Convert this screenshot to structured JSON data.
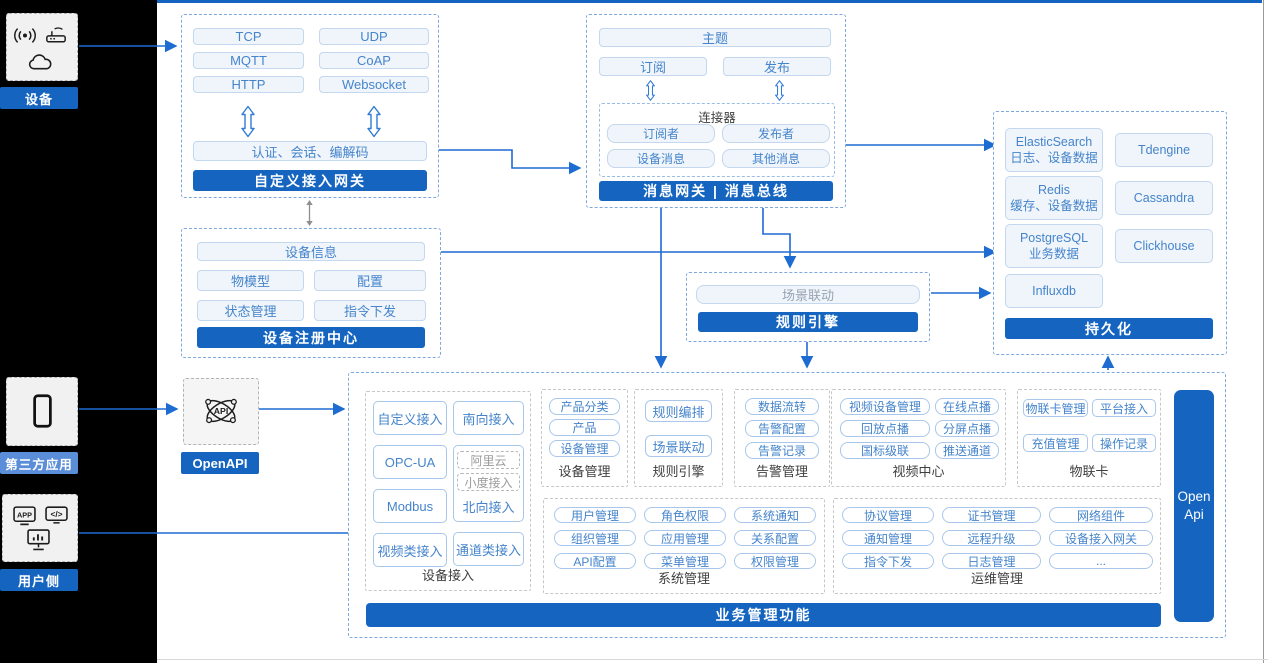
{
  "colors": {
    "accent": "#1565c0",
    "accent_light": "#5b8ed8",
    "line": "#1e6bd2"
  },
  "left_panel": {
    "device_label": "设备",
    "third_party_label": "第三方应用",
    "user_side_label": "用户侧"
  },
  "custom_gateway": {
    "title": "自定义接入网关",
    "protocols": [
      "TCP",
      "UDP",
      "MQTT",
      "CoAP",
      "HTTP",
      "Websocket"
    ],
    "auth": "认证、会话、编解码"
  },
  "message_gateway": {
    "title": "消息网关 | 消息总线",
    "topic": "主题",
    "subscribe": "订阅",
    "publish": "发布",
    "connector_title": "连接器",
    "connector_items": [
      "订阅者",
      "发布者",
      "设备消息",
      "其他消息"
    ]
  },
  "registry": {
    "title": "设备注册中心",
    "device_info": "设备信息",
    "items": [
      "物模型",
      "配置",
      "状态管理",
      "指令下发"
    ]
  },
  "persistence": {
    "title": "持久化",
    "stores": [
      "ElasticSearch\n日志、设备数据",
      "Tdengine",
      "Redis\n缓存、设备数据",
      "Cassandra",
      "PostgreSQL\n业务数据",
      "Clickhouse",
      "Influxdb"
    ]
  },
  "rule_engine_box": {
    "title": "规则引擎",
    "scene_linkage": "场景联动"
  },
  "openapi": {
    "label": "OpenAPI"
  },
  "business": {
    "footer": "业务管理功能",
    "open_api_bar": "Open\nApi",
    "device_access": {
      "label": "设备接入",
      "col1": [
        "自定义接入",
        "OPC-UA",
        "Modbus",
        "视频类接入"
      ],
      "south": "南向接入",
      "north_sub": [
        "阿里云",
        "小度接入"
      ],
      "north_label": "北向接入",
      "channel": "通道类接入"
    },
    "device_mgmt": {
      "label": "设备管理",
      "items": [
        "产品分类",
        "产品",
        "设备管理"
      ]
    },
    "rule_engine": {
      "label": "规则引擎",
      "items": [
        "规则编排",
        "场景联动"
      ]
    },
    "alarm": {
      "label": "告警管理",
      "items": [
        "数据流转",
        "告警配置",
        "告警记录"
      ]
    },
    "video": {
      "label": "视频中心",
      "items": [
        "视频设备管理",
        "在线点播",
        "回放点播",
        "分屏点播",
        "国标级联",
        "推送通道"
      ]
    },
    "iot_card": {
      "label": "物联卡",
      "items": [
        "物联卡管理",
        "平台接入",
        "充值管理",
        "操作记录"
      ]
    },
    "system": {
      "label": "系统管理",
      "items": [
        "用户管理",
        "角色权限",
        "系统通知",
        "组织管理",
        "应用管理",
        "关系配置",
        "API配置",
        "菜单管理",
        "权限管理"
      ]
    },
    "ops": {
      "label": "运维管理",
      "items": [
        "协议管理",
        "证书管理",
        "网络组件",
        "通知管理",
        "远程升级",
        "设备接入网关",
        "指令下发",
        "日志管理",
        "..."
      ]
    }
  }
}
